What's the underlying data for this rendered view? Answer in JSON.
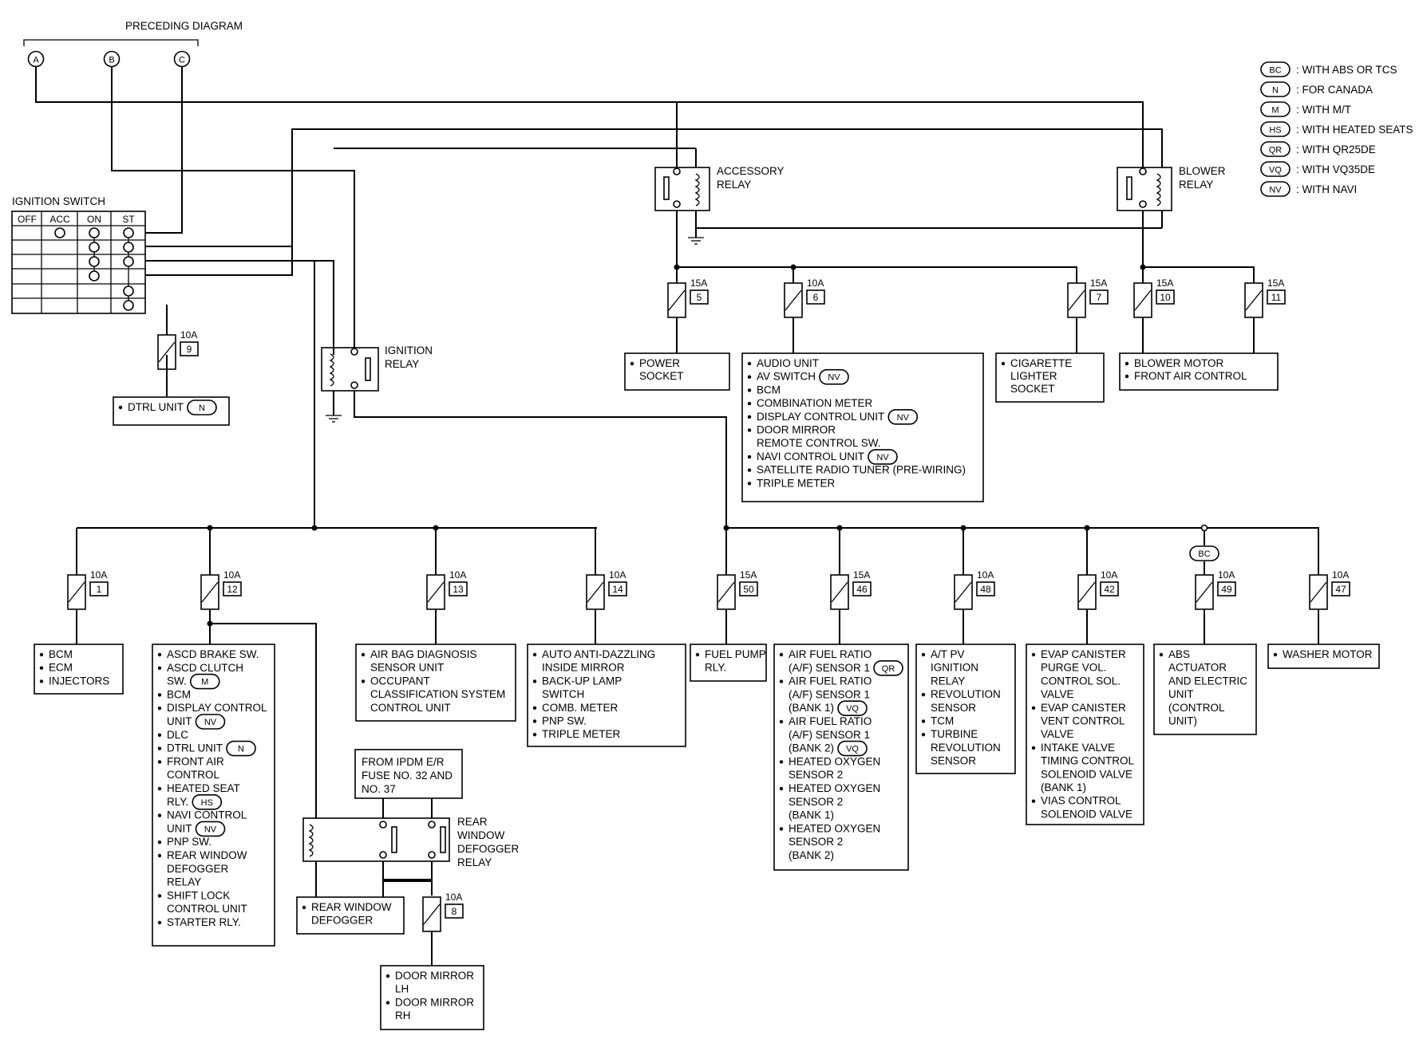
{
  "header": {
    "preceding": "PRECEDING DIAGRAM",
    "connectors": [
      "A",
      "B",
      "C"
    ]
  },
  "legend": [
    {
      "code": "BC",
      "text": ": WITH ABS OR TCS"
    },
    {
      "code": "N",
      "text": ": FOR CANADA"
    },
    {
      "code": "M",
      "text": ": WITH M/T"
    },
    {
      "code": "HS",
      "text": ": WITH HEATED SEATS"
    },
    {
      "code": "QR",
      "text": ": WITH QR25DE"
    },
    {
      "code": "VQ",
      "text": ": WITH VQ35DE"
    },
    {
      "code": "NV",
      "text": ": WITH NAVI"
    }
  ],
  "ignition_switch": {
    "title": "IGNITION SWITCH",
    "positions": [
      "OFF",
      "ACC",
      "ON",
      "ST"
    ]
  },
  "relays": {
    "accessory": [
      "ACCESSORY",
      "RELAY"
    ],
    "blower": [
      "BLOWER",
      "RELAY"
    ],
    "ignition": [
      "IGNITION",
      "RELAY"
    ],
    "rear_defogger": [
      "REAR",
      "WINDOW",
      "DEFOGGER",
      "RELAY"
    ]
  },
  "fuses": [
    {
      "id": "f9",
      "amp": "10A",
      "num": "9"
    },
    {
      "id": "f5",
      "amp": "15A",
      "num": "5"
    },
    {
      "id": "f6",
      "amp": "10A",
      "num": "6"
    },
    {
      "id": "f7",
      "amp": "15A",
      "num": "7"
    },
    {
      "id": "f10",
      "amp": "15A",
      "num": "10"
    },
    {
      "id": "f11",
      "amp": "15A",
      "num": "11"
    },
    {
      "id": "f1",
      "amp": "10A",
      "num": "1"
    },
    {
      "id": "f12",
      "amp": "10A",
      "num": "12"
    },
    {
      "id": "f13",
      "amp": "10A",
      "num": "13"
    },
    {
      "id": "f14",
      "amp": "10A",
      "num": "14"
    },
    {
      "id": "f50",
      "amp": "15A",
      "num": "50"
    },
    {
      "id": "f46",
      "amp": "15A",
      "num": "46"
    },
    {
      "id": "f48",
      "amp": "10A",
      "num": "48"
    },
    {
      "id": "f42",
      "amp": "10A",
      "num": "42"
    },
    {
      "id": "f49",
      "amp": "10A",
      "num": "49"
    },
    {
      "id": "f47",
      "amp": "10A",
      "num": "47"
    },
    {
      "id": "f8",
      "amp": "10A",
      "num": "8"
    }
  ],
  "ipdm_note": [
    "FROM IPDM E/R",
    "FUSE NO. 32 AND",
    "NO. 37"
  ],
  "bc_tag": "BC",
  "boxes": [
    {
      "id": "dtrl",
      "lines": [
        {
          "t": "DTRL UNIT",
          "b": true,
          "tag": "N"
        }
      ]
    },
    {
      "id": "power",
      "lines": [
        {
          "t": "POWER",
          "b": true
        },
        {
          "t": "SOCKET"
        }
      ]
    },
    {
      "id": "audio",
      "lines": [
        {
          "t": "AUDIO UNIT",
          "b": true
        },
        {
          "t": "AV SWITCH",
          "b": true,
          "tag": "NV"
        },
        {
          "t": "BCM",
          "b": true
        },
        {
          "t": "COMBINATION METER",
          "b": true
        },
        {
          "t": "DISPLAY CONTROL UNIT",
          "b": true,
          "tag": "NV"
        },
        {
          "t": "DOOR MIRROR",
          "b": true
        },
        {
          "t": "REMOTE CONTROL SW."
        },
        {
          "t": "NAVI CONTROL UNIT",
          "b": true,
          "tag": "NV"
        },
        {
          "t": "SATELLITE RADIO TUNER (PRE-WIRING)",
          "b": true
        },
        {
          "t": "TRIPLE METER",
          "b": true
        }
      ]
    },
    {
      "id": "cig",
      "lines": [
        {
          "t": "CIGARETTE",
          "b": true
        },
        {
          "t": "LIGHTER"
        },
        {
          "t": "SOCKET"
        }
      ]
    },
    {
      "id": "blowerbox",
      "lines": [
        {
          "t": "BLOWER MOTOR",
          "b": true
        },
        {
          "t": "FRONT AIR CONTROL",
          "b": true
        }
      ]
    },
    {
      "id": "bcm1",
      "lines": [
        {
          "t": "BCM",
          "b": true
        },
        {
          "t": "ECM",
          "b": true
        },
        {
          "t": "INJECTORS",
          "b": true
        }
      ]
    },
    {
      "id": "ascd",
      "lines": [
        {
          "t": "ASCD BRAKE SW.",
          "b": true
        },
        {
          "t": "ASCD CLUTCH",
          "b": true
        },
        {
          "t": "SW.",
          "tag": "M"
        },
        {
          "t": "BCM",
          "b": true
        },
        {
          "t": "DISPLAY CONTROL",
          "b": true
        },
        {
          "t": "UNIT",
          "tag": "NV"
        },
        {
          "t": "DLC",
          "b": true
        },
        {
          "t": "DTRL UNIT",
          "b": true,
          "tag": "N"
        },
        {
          "t": "FRONT AIR",
          "b": true
        },
        {
          "t": "CONTROL"
        },
        {
          "t": "HEATED SEAT",
          "b": true
        },
        {
          "t": "RLY.",
          "tag": "HS"
        },
        {
          "t": "NAVI CONTROL",
          "b": true
        },
        {
          "t": "UNIT",
          "tag": "NV"
        },
        {
          "t": "PNP SW.",
          "b": true
        },
        {
          "t": "REAR WINDOW",
          "b": true
        },
        {
          "t": "DEFOGGER"
        },
        {
          "t": "RELAY"
        },
        {
          "t": "SHIFT LOCK",
          "b": true
        },
        {
          "t": "CONTROL UNIT"
        },
        {
          "t": "STARTER RLY.",
          "b": true
        }
      ]
    },
    {
      "id": "airbag",
      "lines": [
        {
          "t": "AIR BAG DIAGNOSIS",
          "b": true
        },
        {
          "t": "SENSOR UNIT"
        },
        {
          "t": "OCCUPANT",
          "b": true
        },
        {
          "t": "CLASSIFICATION SYSTEM"
        },
        {
          "t": "CONTROL UNIT"
        }
      ]
    },
    {
      "id": "auto",
      "lines": [
        {
          "t": "AUTO ANTI-DAZZLING",
          "b": true
        },
        {
          "t": "INSIDE MIRROR"
        },
        {
          "t": "BACK-UP LAMP",
          "b": true
        },
        {
          "t": "SWITCH"
        },
        {
          "t": "COMB. METER",
          "b": true
        },
        {
          "t": "PNP SW.",
          "b": true
        },
        {
          "t": "TRIPLE METER",
          "b": true
        }
      ]
    },
    {
      "id": "fuelpump",
      "lines": [
        {
          "t": "FUEL PUMP",
          "b": true
        },
        {
          "t": "RLY."
        }
      ]
    },
    {
      "id": "airfuel",
      "lines": [
        {
          "t": "AIR FUEL RATIO",
          "b": true
        },
        {
          "t": "(A/F) SENSOR 1",
          "tag": "QR"
        },
        {
          "t": "AIR FUEL RATIO",
          "b": true
        },
        {
          "t": "(A/F) SENSOR 1"
        },
        {
          "t": "(BANK 1)",
          "tag": "VQ"
        },
        {
          "t": "AIR FUEL RATIO",
          "b": true
        },
        {
          "t": "(A/F) SENSOR 1"
        },
        {
          "t": "(BANK 2)",
          "tag": "VQ"
        },
        {
          "t": "HEATED OXYGEN",
          "b": true
        },
        {
          "t": "SENSOR 2"
        },
        {
          "t": "HEATED OXYGEN",
          "b": true
        },
        {
          "t": "SENSOR 2"
        },
        {
          "t": "(BANK 1)"
        },
        {
          "t": "HEATED OXYGEN",
          "b": true
        },
        {
          "t": "SENSOR 2"
        },
        {
          "t": "(BANK 2)"
        }
      ]
    },
    {
      "id": "atpv",
      "lines": [
        {
          "t": "A/T PV",
          "b": true
        },
        {
          "t": "IGNITION"
        },
        {
          "t": "RELAY"
        },
        {
          "t": "REVOLUTION",
          "b": true
        },
        {
          "t": "SENSOR"
        },
        {
          "t": "TCM",
          "b": true
        },
        {
          "t": "TURBINE",
          "b": true
        },
        {
          "t": "REVOLUTION"
        },
        {
          "t": "SENSOR"
        }
      ]
    },
    {
      "id": "evap",
      "lines": [
        {
          "t": "EVAP CANISTER",
          "b": true
        },
        {
          "t": "PURGE VOL."
        },
        {
          "t": "CONTROL SOL."
        },
        {
          "t": "VALVE"
        },
        {
          "t": "EVAP CANISTER",
          "b": true
        },
        {
          "t": "VENT CONTROL"
        },
        {
          "t": "VALVE"
        },
        {
          "t": "INTAKE VALVE",
          "b": true
        },
        {
          "t": "TIMING CONTROL"
        },
        {
          "t": "SOLENOID VALVE"
        },
        {
          "t": "(BANK 1)"
        },
        {
          "t": "VIAS CONTROL",
          "b": true
        },
        {
          "t": "SOLENOID VALVE"
        }
      ]
    },
    {
      "id": "abs",
      "lines": [
        {
          "t": "ABS",
          "b": true
        },
        {
          "t": "ACTUATOR"
        },
        {
          "t": "AND ELECTRIC"
        },
        {
          "t": "UNIT"
        },
        {
          "t": "(CONTROL"
        },
        {
          "t": "UNIT)"
        }
      ]
    },
    {
      "id": "washer",
      "lines": [
        {
          "t": "WASHER MOTOR",
          "b": true
        }
      ]
    },
    {
      "id": "defogger",
      "lines": [
        {
          "t": "REAR WINDOW",
          "b": true
        },
        {
          "t": "DEFOGGER"
        }
      ]
    },
    {
      "id": "doormirror",
      "lines": [
        {
          "t": "DOOR MIRROR",
          "b": true
        },
        {
          "t": "LH"
        },
        {
          "t": "DOOR MIRROR",
          "b": true
        },
        {
          "t": "RH"
        }
      ]
    }
  ]
}
